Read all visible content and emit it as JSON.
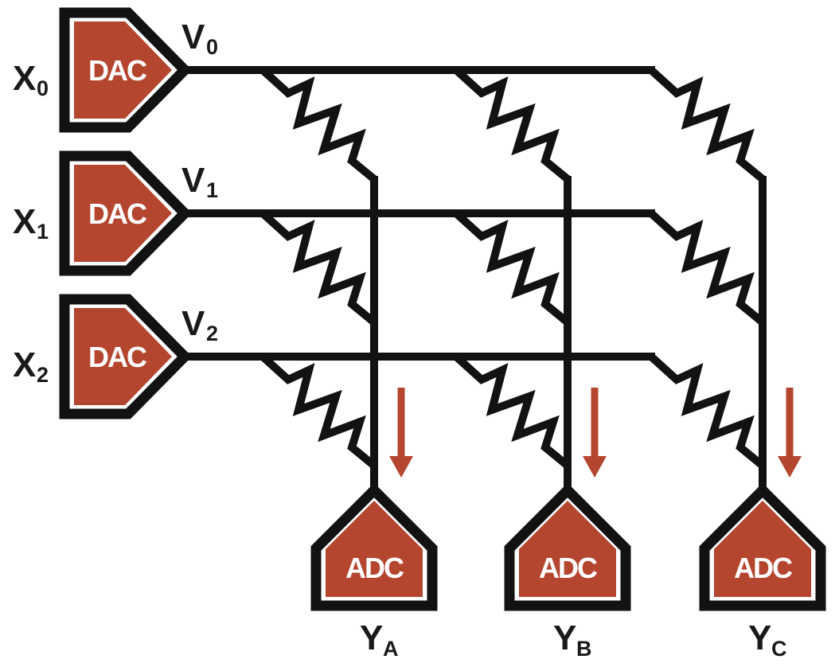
{
  "colors": {
    "accent_red": "#b4462f",
    "line_black": "#121212",
    "label_black": "#1a1a1a",
    "block_text_white": "#ffffff",
    "background": "#ffffff"
  },
  "rows": [
    {
      "input_label": {
        "base": "X",
        "sub": "0"
      },
      "dac_label": "DAC",
      "voltage_label": {
        "base": "V",
        "sub": "0"
      }
    },
    {
      "input_label": {
        "base": "X",
        "sub": "1"
      },
      "dac_label": "DAC",
      "voltage_label": {
        "base": "V",
        "sub": "1"
      }
    },
    {
      "input_label": {
        "base": "X",
        "sub": "2"
      },
      "dac_label": "DAC",
      "voltage_label": {
        "base": "V",
        "sub": "2"
      }
    }
  ],
  "columns": [
    {
      "adc_label": "ADC",
      "output_label": {
        "base": "Y",
        "sub": "A"
      }
    },
    {
      "adc_label": "ADC",
      "output_label": {
        "base": "Y",
        "sub": "B"
      }
    },
    {
      "adc_label": "ADC",
      "output_label": {
        "base": "Y",
        "sub": "C"
      }
    }
  ]
}
